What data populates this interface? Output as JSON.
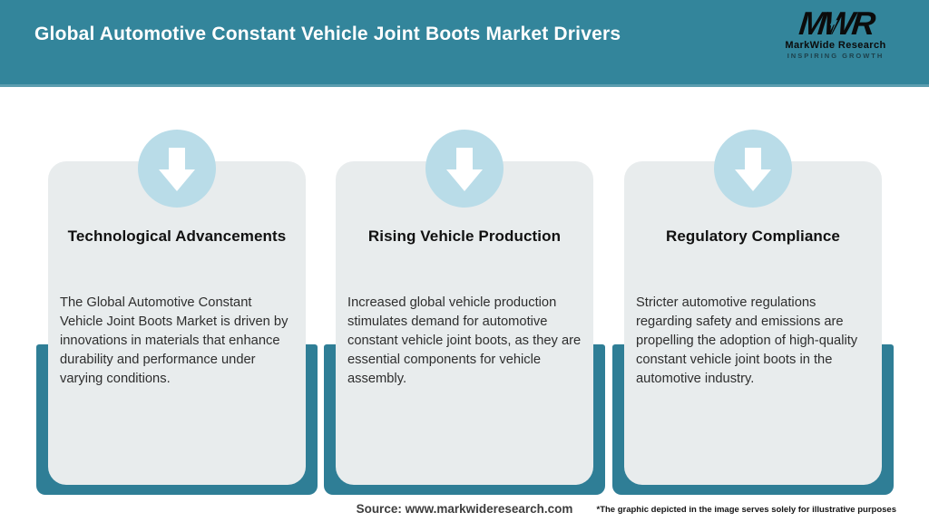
{
  "header": {
    "title": "Global Automotive Constant Vehicle Joint Boots Market Drivers",
    "logo": {
      "acronym": "MWR",
      "name": "MarkWide Research",
      "tagline": "INSPIRING GROWTH"
    }
  },
  "cards": [
    {
      "icon": "down-arrow-icon",
      "title": "Technological Advancements",
      "description": "The Global Automotive Constant Vehicle Joint Boots Market is driven by innovations in materials that enhance durability and performance under varying conditions."
    },
    {
      "icon": "down-arrow-icon",
      "title": "Rising Vehicle Production",
      "description": "Increased global vehicle production stimulates demand for automotive constant vehicle joint boots, as they are essential components for vehicle assembly."
    },
    {
      "icon": "down-arrow-icon",
      "title": "Regulatory Compliance",
      "description": "Stricter automotive regulations regarding safety and emissions are propelling the adoption of high-quality constant vehicle joint boots in the automotive industry."
    }
  ],
  "footer": {
    "source": "Source: www.markwideresearch.com",
    "disclaimer": "*The graphic depicted in the image serves solely for illustrative purposes"
  },
  "colors": {
    "header_teal": "#33859B",
    "underlay_teal": "#2F7E96",
    "card_gray": "#E8ECED",
    "circle_blue": "#B9DCE8",
    "title_text": "#FFFFFF",
    "body_text": "#2E2E2E"
  }
}
